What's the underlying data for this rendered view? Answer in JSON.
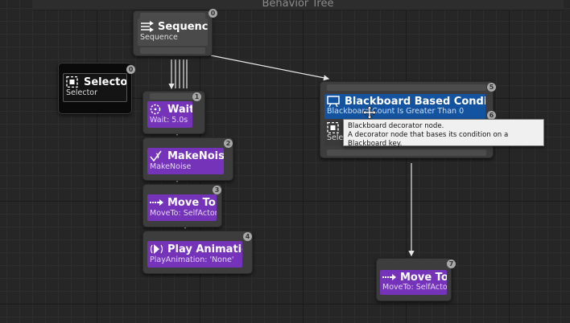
{
  "graph": {
    "title": "Behavior Tree"
  },
  "nodes": {
    "sequence": {
      "title": "Sequence",
      "subtitle": "Sequence",
      "index": "0",
      "icon": "sequence-icon"
    },
    "selector": {
      "title": "Selector",
      "subtitle": "Selector",
      "index": "0",
      "icon": "selector-icon"
    },
    "wait": {
      "title": "Wait",
      "subtitle": "Wait: 5.0s",
      "index": "1",
      "icon": "wait-icon"
    },
    "make_noise": {
      "title": "MakeNoise",
      "subtitle": "MakeNoise",
      "index": "2",
      "icon": "make-noise-icon"
    },
    "move_to_1": {
      "title": "Move To",
      "subtitle": "MoveTo: SelfActor",
      "index": "3",
      "icon": "move-to-icon"
    },
    "play_animation": {
      "title": "Play Animation",
      "subtitle": "PlayAnimation: 'None'",
      "index": "4",
      "icon": "play-animation-icon"
    },
    "blackboard_condition": {
      "title": "Blackboard Based Condition",
      "subtitle": "Blackboard Count Is Greater Than 0",
      "index": "5",
      "inner_index": "6",
      "inner_label": "Selec",
      "icon": "blackboard-icon"
    },
    "move_to_2": {
      "title": "Move To",
      "subtitle": "MoveTo: SelfActor",
      "index": "7",
      "icon": "move-to-icon"
    }
  },
  "tooltip": {
    "line1": "Blackboard decorator node.",
    "line2": "A decorator node that bases its condition on a Blackboard key."
  },
  "colors": {
    "task": "#7433b8",
    "decorator": "#1453a0",
    "composite": "#4a4a4a",
    "wire": "#e6e6e6"
  }
}
